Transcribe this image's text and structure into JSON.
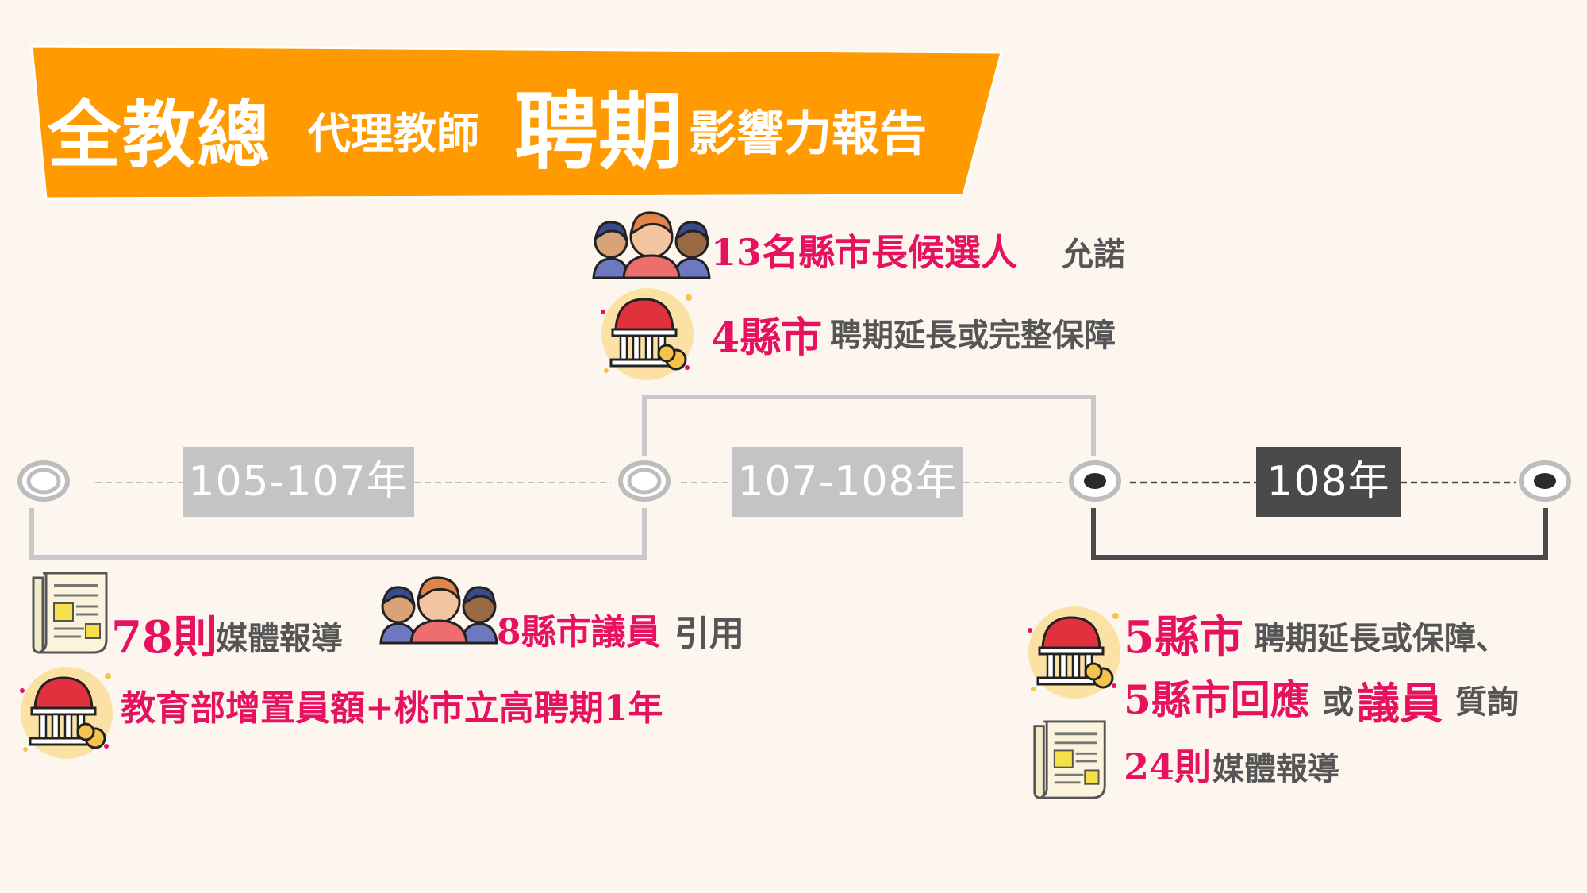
{
  "title": {
    "part1": "全教總",
    "part2": "代理教師",
    "part3": "聘期",
    "part4": "影響力報告"
  },
  "periods": [
    {
      "label": "105-107年",
      "color": "#c4c4c4"
    },
    {
      "label": "107-108年",
      "color": "#c4c4c4"
    },
    {
      "label": "108年",
      "color": "#4a4a4a"
    }
  ],
  "colors": {
    "banner": "#ff9a00",
    "highlight": "#e6115f",
    "text": "#555555",
    "background": "#fdf6ee"
  },
  "events_top": [
    {
      "icon": "people-icon",
      "highlight": "13名縣市長候選人",
      "text": "允諾"
    },
    {
      "icon": "government-building-icon",
      "highlight": "4縣市",
      "text": "聘期延長或完整保障"
    }
  ],
  "events_left": [
    {
      "icon": "newspaper-icon",
      "highlight": "78則",
      "text": "媒體報導"
    },
    {
      "icon": "people-icon",
      "highlight": "8縣市議員",
      "text": "引用"
    },
    {
      "icon": "government-building-icon",
      "highlight": "教育部增置員額+桃市立高聘期1年"
    }
  ],
  "events_right": [
    {
      "icon": "government-building-icon",
      "highlight1": "5縣市",
      "text1": "聘期延長或保障、",
      "highlight2a": "5縣市回應",
      "text2a": "或",
      "highlight2b": "議員",
      "text2b": "質詢"
    },
    {
      "icon": "newspaper-icon",
      "highlight": "24則",
      "text": "媒體報導"
    }
  ]
}
